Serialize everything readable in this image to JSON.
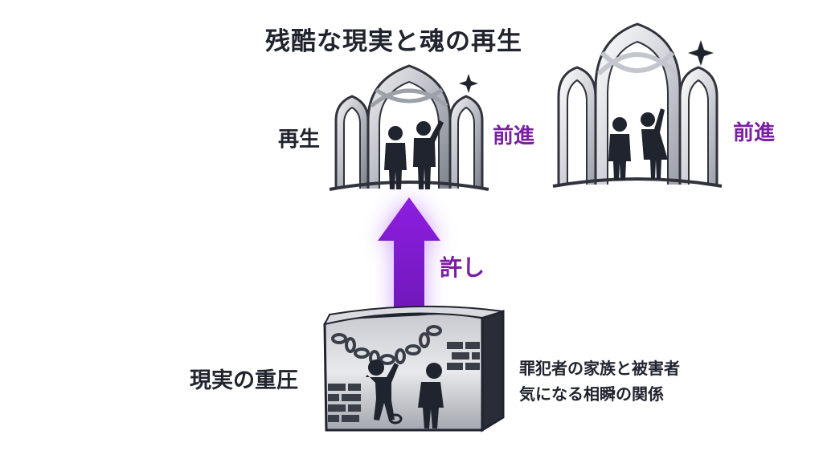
{
  "title": "残酷な現実と魂の再生",
  "labels": {
    "rebirth": "再生",
    "forward_left": "前進",
    "forward_right": "前進",
    "forgiveness": "許し",
    "reality_pressure": "現実の重圧",
    "families_line1": "罪犯者の家族と被害者",
    "families_line2": "気になる相瞬の関係"
  },
  "colors": {
    "accent_purple": "#8a1fd6",
    "text_dark": "#20242e"
  },
  "icons": [
    "gothic-arch-icon",
    "sparkle-icon",
    "person-icon",
    "chain-icon",
    "brick-wall-icon",
    "stone-block-icon",
    "up-arrow-icon"
  ]
}
